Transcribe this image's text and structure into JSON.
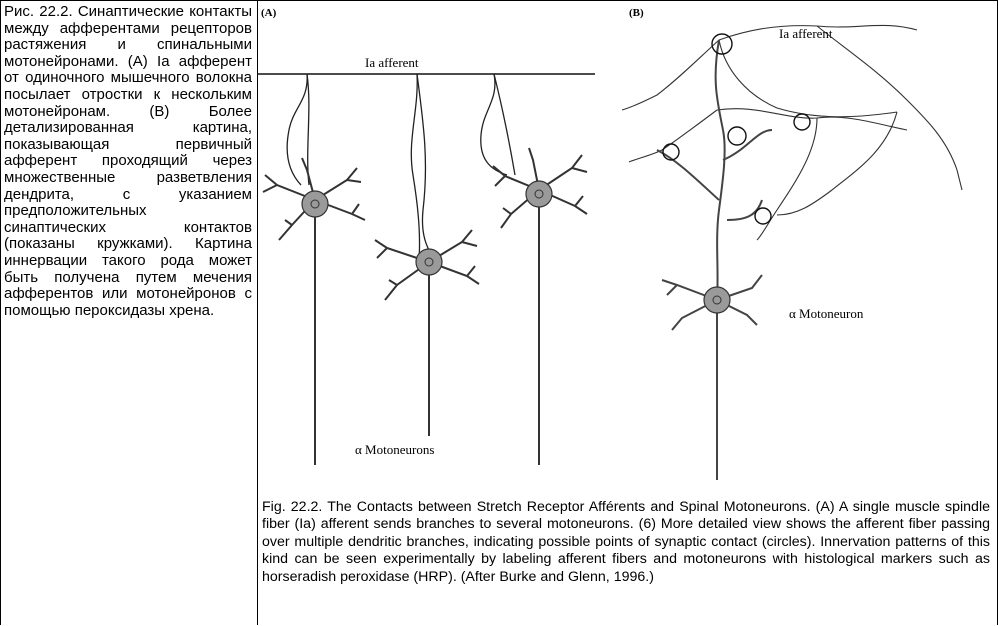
{
  "left_caption": "Рис. 22.2. Синаптические контакты между афферентами рецепторов растяжения и спинальными мотонейронами. (А) Ia афферент от одиночного мышечного волокна посылает отростки к нескольким мотонейронам. (В) Более детализированная картина, показывающая первичный афферент проходящий через множественные разветвления дендрита, с указанием предположительных синаптических контактов (показаны кружками). Картина иннервации такого рода может быть получена путем мечения афферентов или мотонейронов с помощью пероксидазы хрена.",
  "figure": {
    "panel_a": {
      "label": "(A)",
      "afferent_label": "Ia afferent",
      "neuron_label": "α Motoneurons"
    },
    "panel_b": {
      "label": "(B)",
      "afferent_label": "Ia afferent",
      "neuron_label": "α Motoneuron"
    }
  },
  "caption": "Fig. 22.2. The Contacts between Stretch Receptor Afférents and Spinal Motoneurons. (A) A single muscle spindle fiber (Ia) afferent sends branches to several motoneurons. (6) More detailed view shows the afferent fiber passing over multiple dendritic branches, indicating possible points of synaptic contact (circles). Innervation patterns of this kind can be seen experimentally by labeling afferent fibers and motoneurons with histological markers such as horseradish peroxidase (HRP). (After Burke and Glenn, 1996.)"
}
